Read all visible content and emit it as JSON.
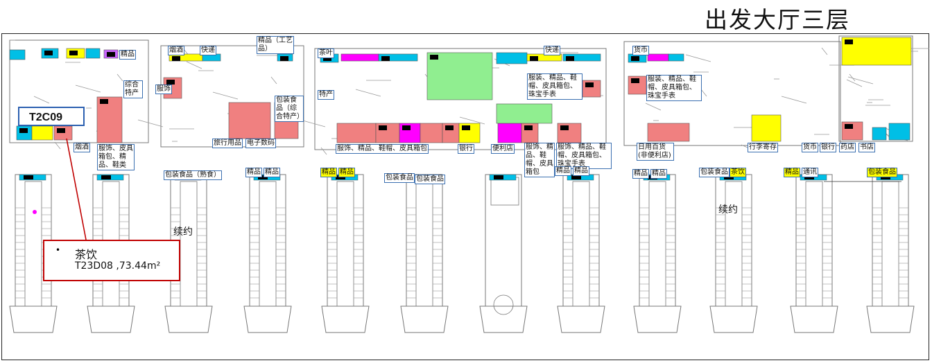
{
  "title": "出发大厅三层",
  "highlight_code": "T2C09",
  "callout": {
    "bullet": "•",
    "name": "茶饮",
    "code": "T23D08 ,73.44m²"
  },
  "renewal_labels": [
    "续约",
    "续约"
  ],
  "store_labels": [
    "精品",
    "综合特产",
    "烟酒",
    "服饰、皮具箱包、精品、鞋类",
    "烟酒",
    "快递",
    "精品（工艺品）",
    "服饰",
    "包装食品（综合特产）",
    "旅行用品",
    "电子数码",
    "茶叶",
    "特产",
    "服饰、精品、鞋帽、皮具箱包",
    "银行",
    "便利店",
    "快递",
    "服装、精品、鞋帽、皮具箱包、珠宝手表",
    "服饰、精品、鞋帽、皮具箱包",
    "服饰、精品、鞋帽、皮具箱包、珠宝手表",
    "货币",
    "服装、精品、鞋帽、皮具箱包、珠宝手表",
    "日用百货(非便利店)",
    "行李寄存",
    "货币",
    "银行",
    "药店",
    "书店",
    "包装食品（熟食）",
    "精品",
    "精品",
    "精品",
    "精品",
    "包装食品",
    "包装食品",
    "精品",
    "精品",
    "精品",
    "精品",
    "包装食品",
    "茶饮",
    "精品",
    "通讯",
    "包装食品"
  ],
  "colors": {
    "pink": "#f08080",
    "cyan": "#00bfe6",
    "yellow": "#ffff00",
    "green": "#90ee90",
    "magenta": "#ff00ff",
    "label_border": "#3a6fb0",
    "callout_border": "#c00000",
    "highlight_border": "#2b5fb0"
  }
}
